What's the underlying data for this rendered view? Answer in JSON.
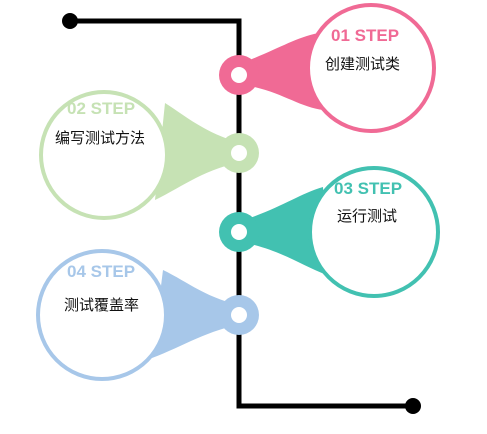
{
  "colors": {
    "line": "#000000",
    "step1": "#f06a95",
    "step2": "#c6e2b4",
    "step3": "#42c1b1",
    "step4": "#a7c7e9"
  },
  "steps": [
    {
      "number": "01 STEP",
      "label": "创建测试类",
      "color": "#f06a95"
    },
    {
      "number": "02 STEP",
      "label": "编写测试方法",
      "color": "#c6e2b4"
    },
    {
      "number": "03 STEP",
      "label": "运行测试",
      "color": "#42c1b1"
    },
    {
      "number": "04 STEP",
      "label": "测试覆盖率",
      "color": "#a7c7e9"
    }
  ]
}
